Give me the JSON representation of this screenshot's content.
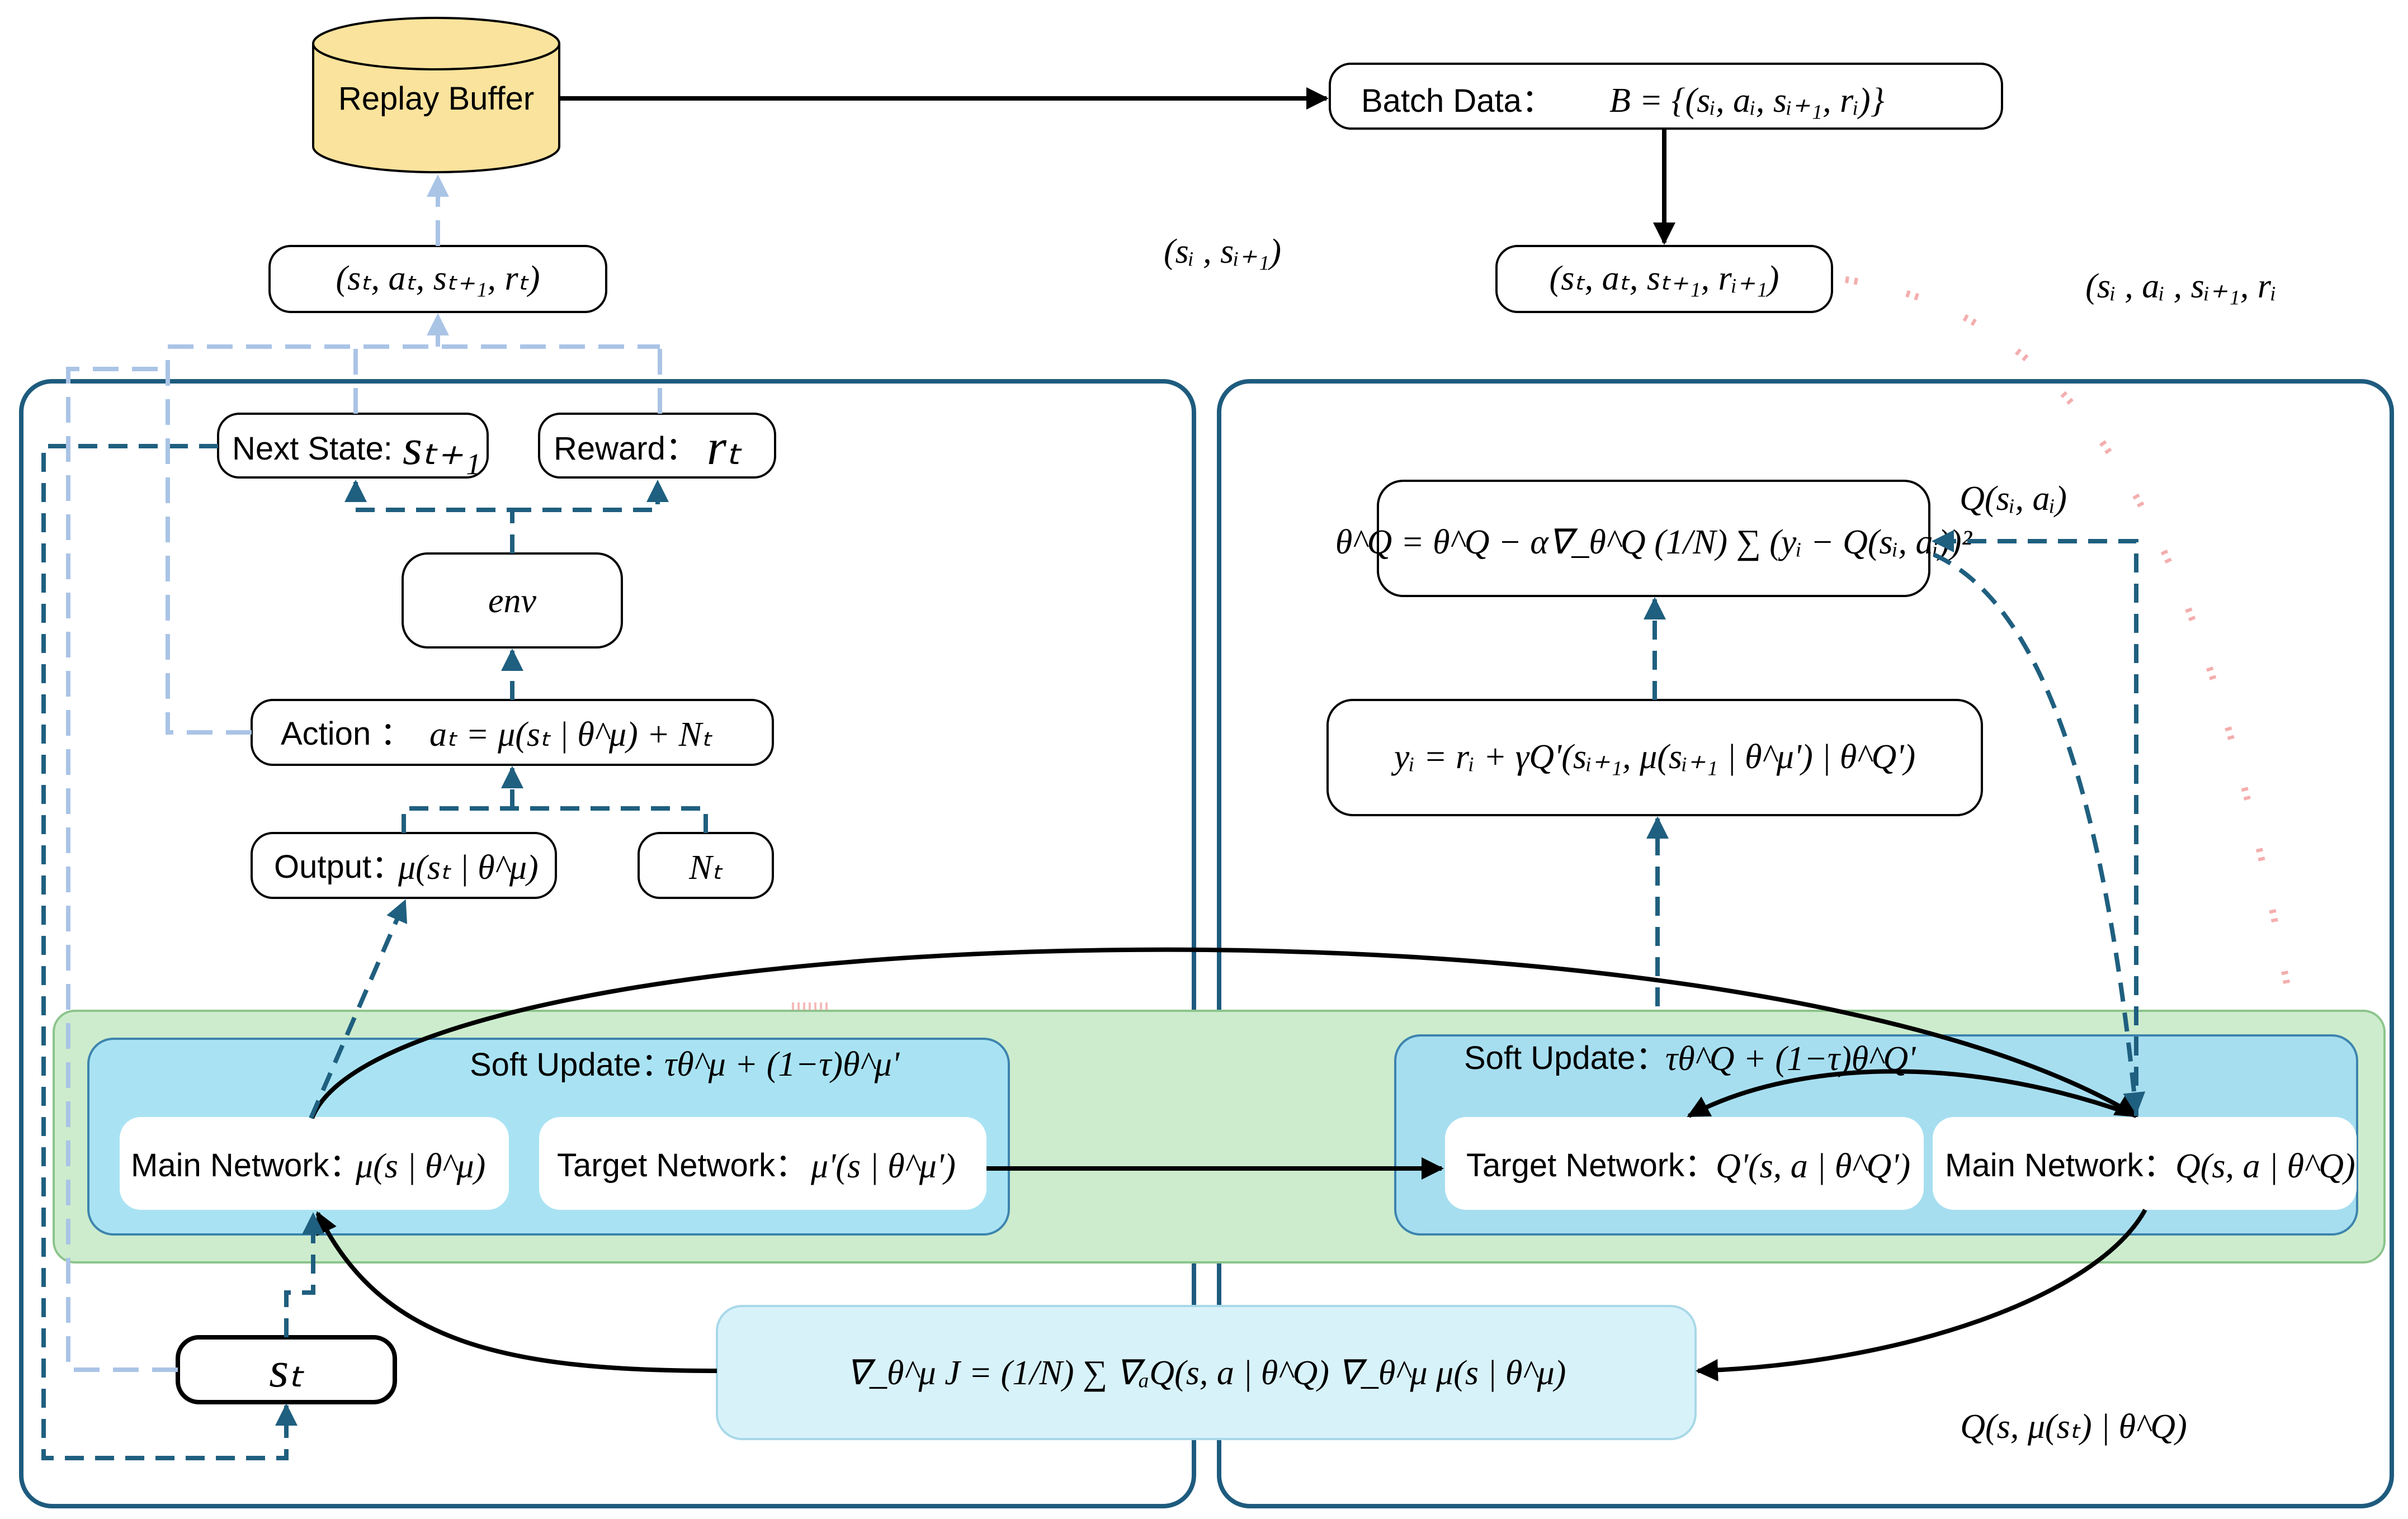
{
  "colors": {
    "green_panel": "#cdeccd",
    "blue_panel": "#a9e3f3",
    "blue_panel_right": "#a6def0",
    "gradient_box": "#d8f2fa",
    "replay_buffer": "#fae39c",
    "panel_border": "#1e5b7e",
    "dashed_arrow": "#1f5f7f",
    "light_dashed": "#aac4e6",
    "red_dotted": "#ef8c8c"
  },
  "replay_buffer": {
    "label": "Replay Buffer"
  },
  "batch_data": {
    "label": "Batch Data：",
    "formula": "B = {(sᵢ, aᵢ, sᵢ₊₁, rᵢ)}"
  },
  "transition_left": {
    "formula": "(sₜ, aₜ, sₜ₊₁, rₜ)"
  },
  "transition_right": {
    "formula": "(sₜ, aₜ, sₜ₊₁, rᵢ₊₁)"
  },
  "label_s_pair": "(sᵢ , sᵢ₊₁)",
  "label_sample_tuple": "(sᵢ , aᵢ , sᵢ₊₁, rᵢ",
  "next_state": {
    "label": "Next State:",
    "symbol": "sₜ₊₁"
  },
  "reward": {
    "label": "Reward：",
    "symbol": "rₜ"
  },
  "env": {
    "label": "env"
  },
  "action": {
    "label": "Action ：",
    "formula": "aₜ = μ(sₜ | θ^μ) + Nₜ"
  },
  "output": {
    "label": "Output：",
    "formula": "μ(sₜ | θ^μ)"
  },
  "noise": {
    "symbol": "Nₜ"
  },
  "actor_soft_update": {
    "label": "Soft Update：",
    "formula": "τθ^μ + (1−τ)θ^μ'"
  },
  "actor_main": {
    "label": "Main Network：",
    "formula": "μ(s | θ^μ)"
  },
  "actor_target": {
    "label": "Target Network：",
    "formula": "μ'(s | θ^μ')"
  },
  "state_node": {
    "symbol": "sₜ"
  },
  "policy_gradient": {
    "formula": "∇_θ^μ J = (1/N) ∑ ∇ₐQ(s, a | θ^Q) ∇_θ^μ μ(s | θ^μ)"
  },
  "critic_q_label": "Q(s, μ(sₜ) | θ^Q)",
  "critic_update": {
    "formula": "θ^Q = θ^Q − α∇_θ^Q (1/N) ∑ (yᵢ − Q(sᵢ, aᵢ))²"
  },
  "q_si_ai": "Q(sᵢ, aᵢ)",
  "target_y": {
    "formula": "yᵢ = rᵢ + γQ'(sᵢ₊₁, μ(sᵢ₊₁ | θ^μ') | θ^Q')"
  },
  "critic_soft_update": {
    "label": "Soft Update：",
    "formula": "τθ^Q + (1−τ)θ^Q'"
  },
  "critic_target": {
    "label": "Target Network：",
    "formula": "Q'(s, a | θ^Q')"
  },
  "critic_main": {
    "label": "Main Network：",
    "formula": "Q(s, a | θ^Q)"
  }
}
